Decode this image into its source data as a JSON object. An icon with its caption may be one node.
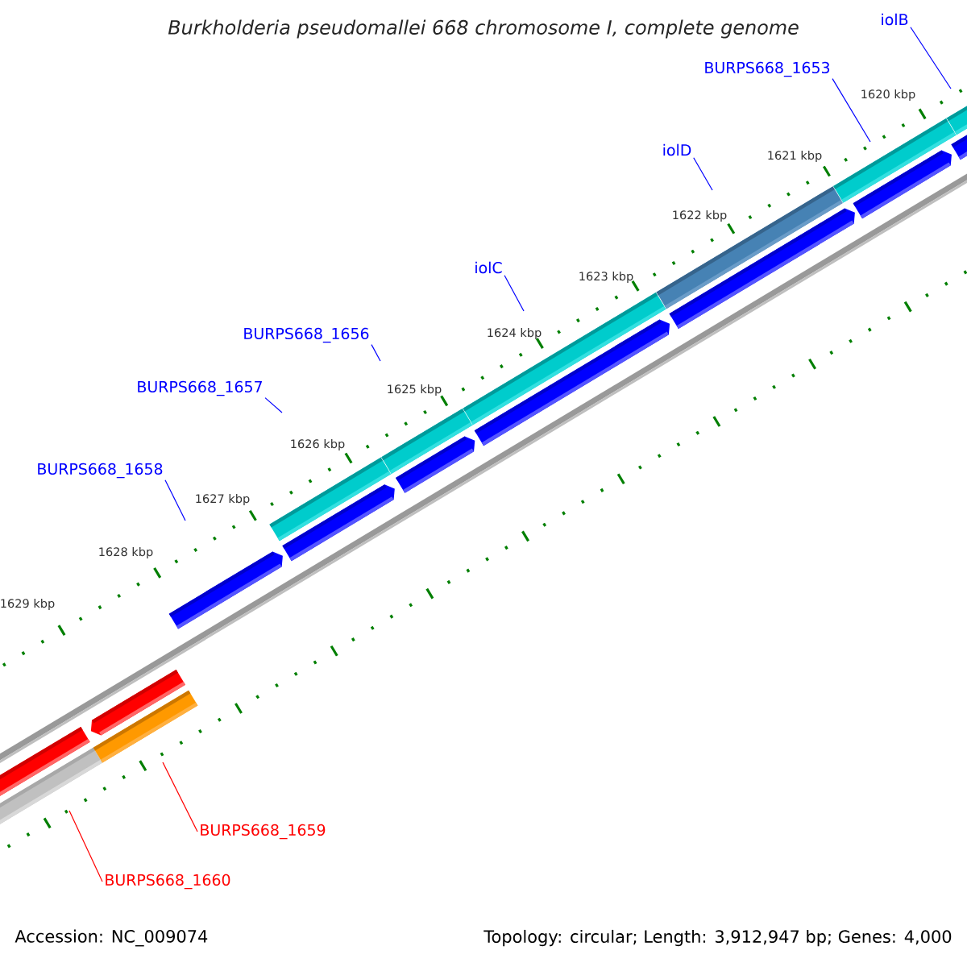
{
  "diagram": {
    "title": "Burkholderia pseudomallei 668 chromosome I, complete genome",
    "nodes": [
      {
        "text": [
          "iolB"
        ]
      },
      {
        "text": [
          "BURPS668_1653"
        ]
      },
      {
        "text": [
          "iolD"
        ]
      },
      {
        "text": [
          "iolC"
        ]
      },
      {
        "text": [
          "BURPS668_1656"
        ]
      },
      {
        "text": [
          "BURPS668_1657"
        ]
      },
      {
        "text": [
          "BURPS668_1658"
        ]
      },
      {
        "text": [
          "BURPS668_1659"
        ]
      },
      {
        "text": [
          "BURPS668_1660"
        ]
      }
    ],
    "edges": [
      {
        "from": 0,
        "to": null,
        "arrow": "none"
      },
      {
        "from": 1,
        "to": null,
        "arrow": "none"
      },
      {
        "from": 2,
        "to": null,
        "arrow": "none"
      },
      {
        "from": 3,
        "to": null,
        "arrow": "none"
      },
      {
        "from": 4,
        "to": null,
        "arrow": "none"
      },
      {
        "from": 5,
        "to": null,
        "arrow": "none"
      },
      {
        "from": 6,
        "to": null,
        "arrow": "none"
      },
      {
        "from": 7,
        "to": null,
        "arrow": "none",
        "color": "#ff0000"
      },
      {
        "from": 8,
        "to": null,
        "arrow": "none",
        "color": "#ff0000"
      }
    ],
    "labels": [
      "1620 kbp",
      "1621 kbp",
      "1622 kbp",
      "1623 kbp",
      "1624 kbp",
      "1625 kbp",
      "1626 kbp",
      "1627 kbp",
      "1628 kbp",
      "1629 kbp",
      "Accession: NC_009074",
      "Topology: circular; Length: 3,912,947 bp; Genes: 4,000"
    ]
  }
}
